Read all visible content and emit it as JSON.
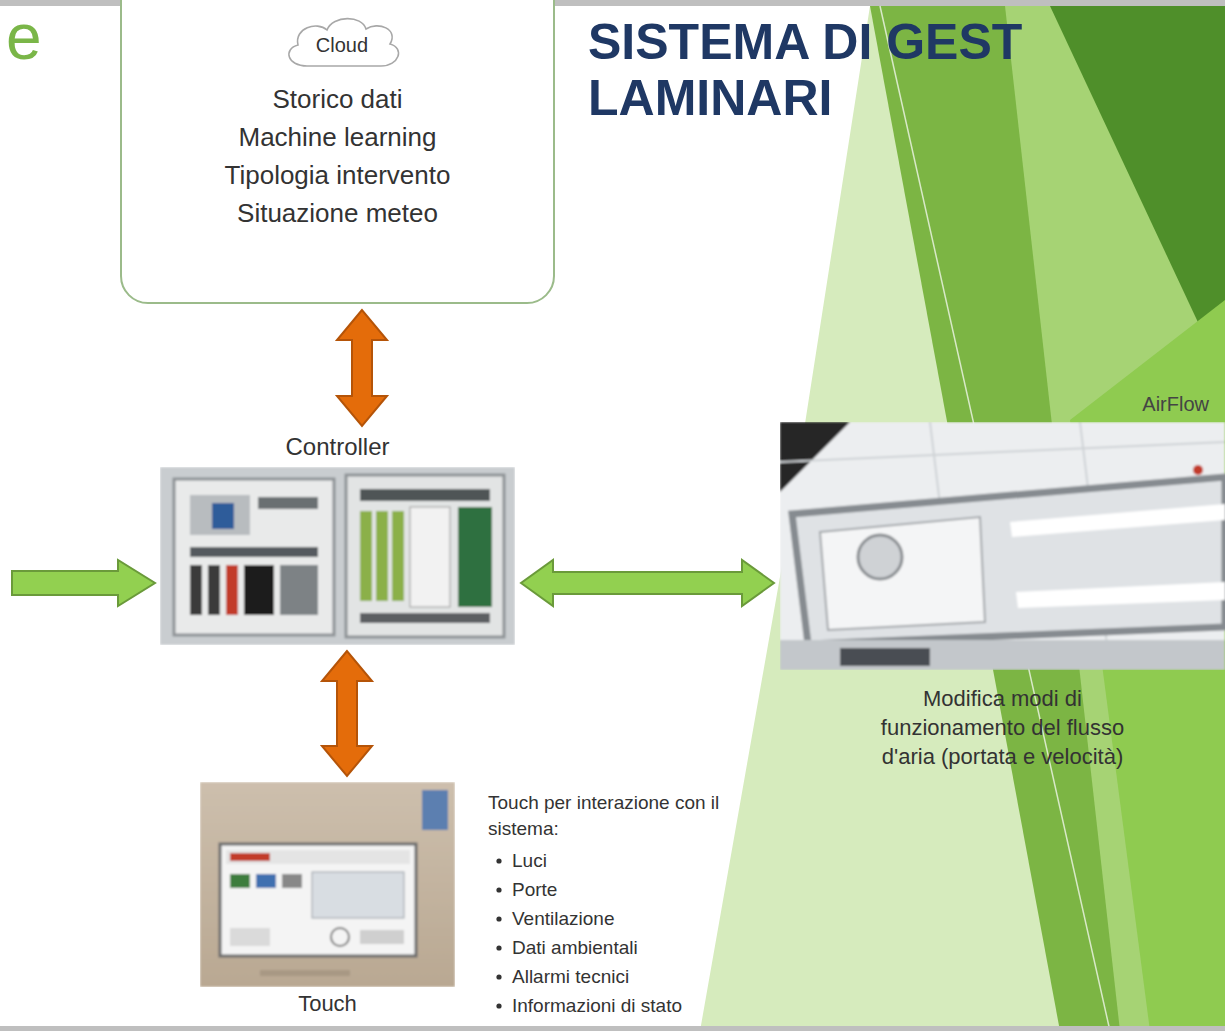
{
  "diagram": {
    "title": "SISTEMA DI GEST LAMINARI",
    "nodes": [
      {
        "text": [
          "Storico dati",
          "Machine learning",
          "Tipologia intervento",
          "Situazione meteo"
        ]
      },
      {
        "text": [
          "Cloud"
        ],
        "in": 0
      },
      {
        "text": [
          "Controller"
        ]
      },
      {
        "text": [
          "AirFlow",
          "Modifica modi di funzionamento del flusso d'aria (portata e velocità)"
        ]
      },
      {
        "text": [
          "Touch"
        ]
      }
    ],
    "edges": [
      {
        "from": 0,
        "to": 2,
        "arrow": "both"
      },
      {
        "from": 2,
        "to": 3,
        "arrow": "both"
      },
      {
        "from": 2,
        "to": 4,
        "arrow": "both"
      }
    ],
    "labels": [
      "e",
      "Touch per interazione con il sistema:",
      "Luci",
      "Porte",
      "Ventilazione",
      "Dati ambientali",
      "Allarmi tecnici",
      "Informazioni di stato"
    ]
  }
}
